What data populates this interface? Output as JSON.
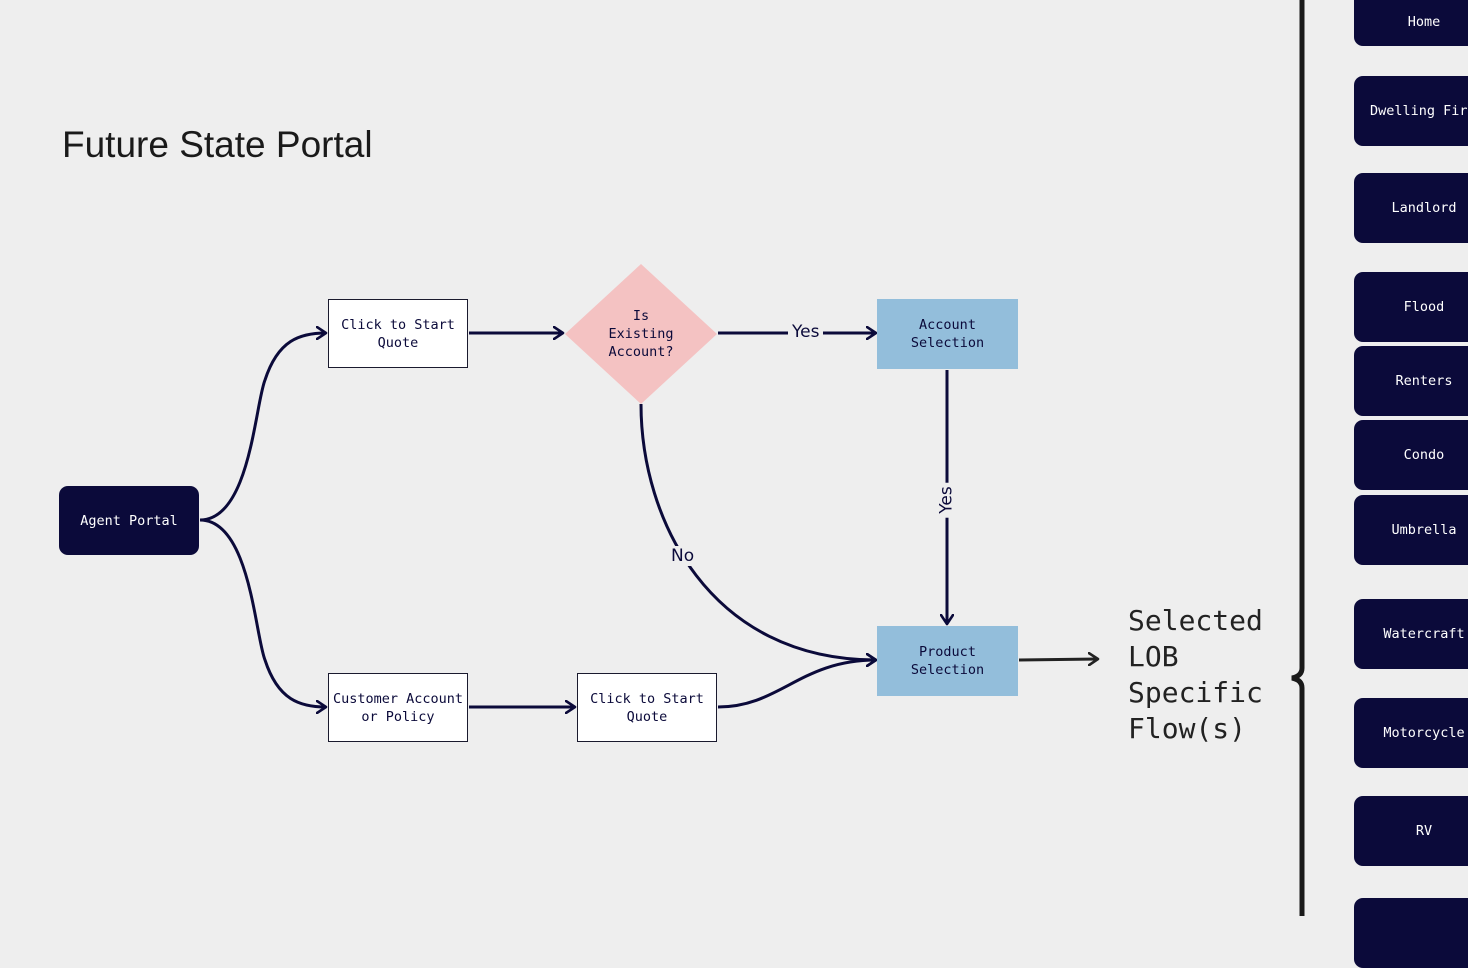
{
  "title": "Future State Portal",
  "nodes": {
    "agent_portal": "Agent Portal",
    "start_quote_top": "Click to Start\nQuote",
    "existing_account": "Is\nExisting\nAccount?",
    "account_selection": "Account\nSelection",
    "customer_account": "Customer Account\nor Policy",
    "start_quote_bottom": "Click to Start\nQuote",
    "product_selection": "Product\nSelection"
  },
  "edge_labels": {
    "yes_horizontal": "Yes",
    "yes_vertical": "Yes",
    "no": "No"
  },
  "lob_flow_text": "Selected\nLOB\nSpecific\nFlow(s)",
  "sidebar": {
    "items": [
      {
        "label": "Home"
      },
      {
        "label": "Dwelling Fire"
      },
      {
        "label": "Landlord"
      },
      {
        "label": "Flood"
      },
      {
        "label": "Renters"
      },
      {
        "label": "Condo"
      },
      {
        "label": "Umbrella"
      },
      {
        "label": "Watercraft"
      },
      {
        "label": "Motorcycle"
      },
      {
        "label": "RV"
      },
      {
        "label": ""
      }
    ]
  },
  "colors": {
    "background": "#eeeeee",
    "dark_node": "#0b0a3a",
    "decision": "#f4c2c2",
    "process_blue": "#93bedb",
    "connector": "#0b0a3a"
  }
}
